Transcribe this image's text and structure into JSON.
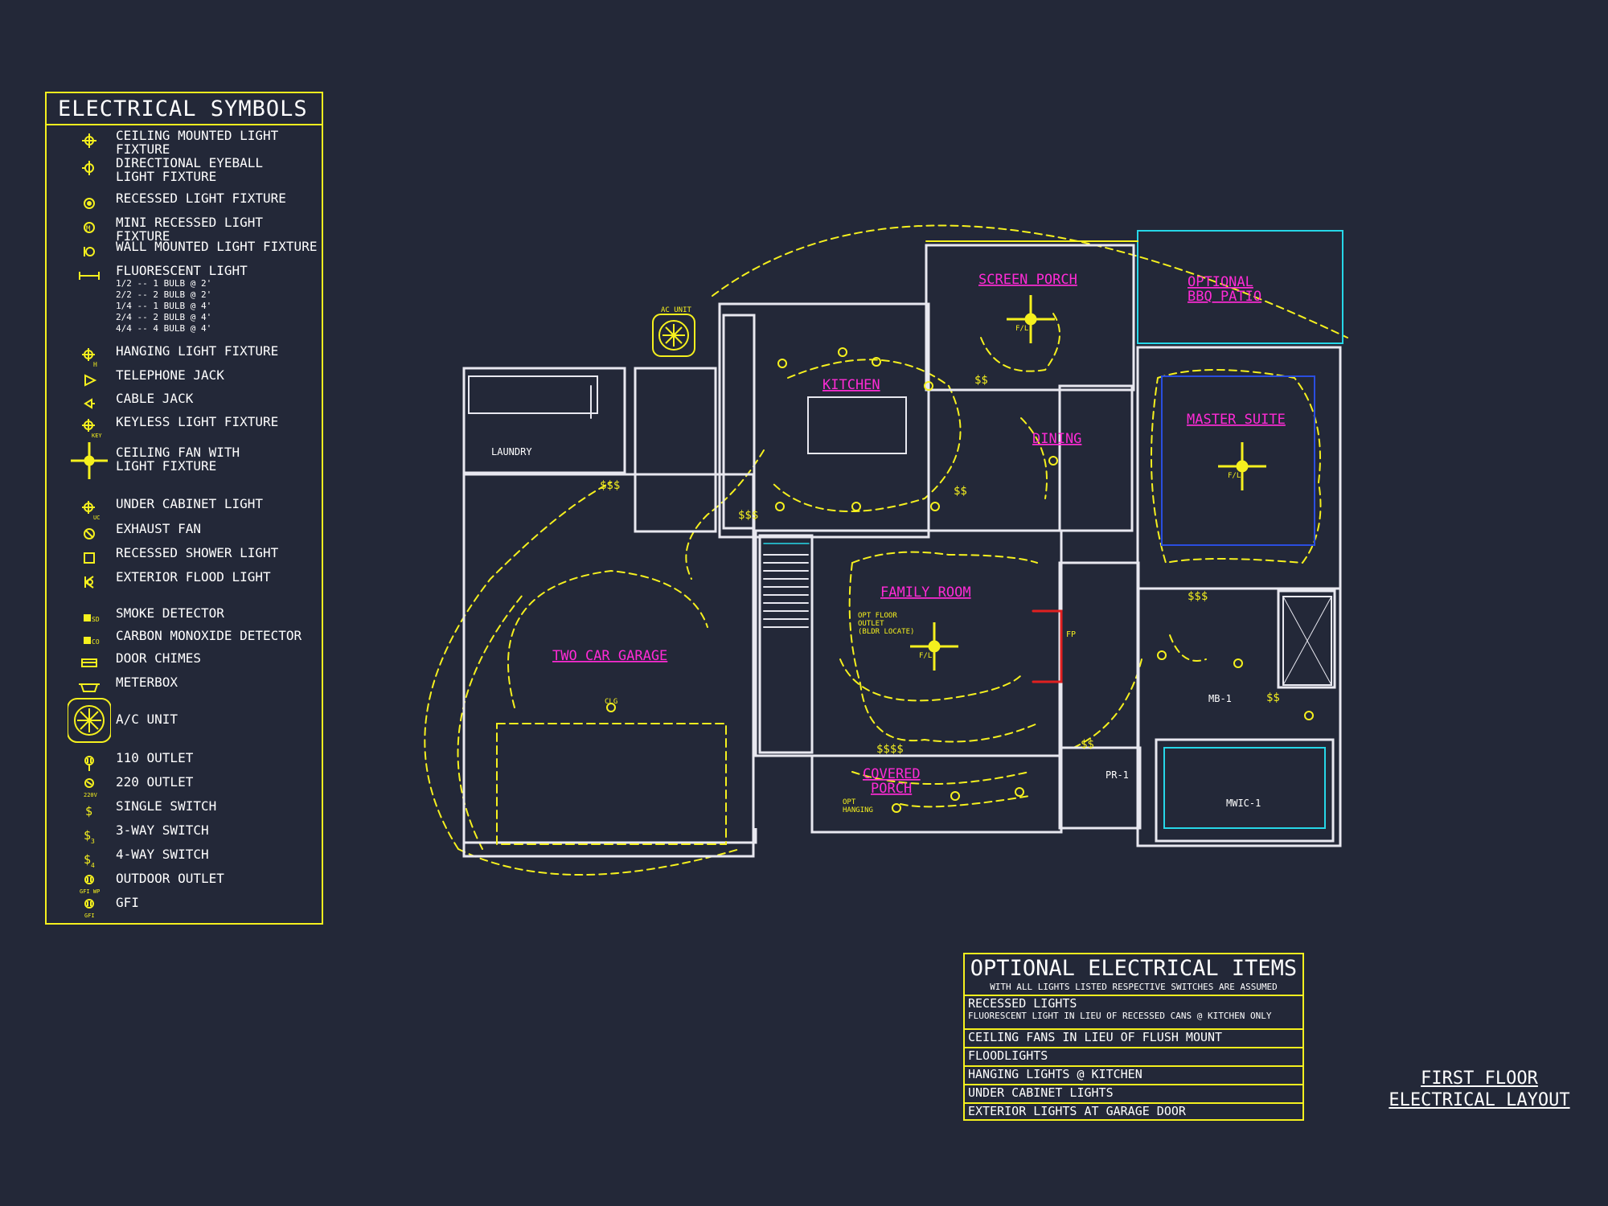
{
  "legend": {
    "title": "ELECTRICAL SYMBOLS",
    "items": [
      {
        "label": "CEILING MOUNTED LIGHT FIXTURE",
        "icon": "ceiling-light-icon"
      },
      {
        "label": "DIRECTIONAL EYEBALL\nLIGHT FIXTURE",
        "icon": "eyeball-light-icon"
      },
      {
        "label": "RECESSED LIGHT FIXTURE",
        "icon": "recessed-light-icon"
      },
      {
        "label": "MINI RECESSED LIGHT FIXTURE",
        "icon": "mini-recessed-light-icon"
      },
      {
        "label": "WALL MOUNTED LIGHT FIXTURE",
        "icon": "wall-light-icon"
      },
      {
        "label": "FLUORESCENT LIGHT",
        "icon": "fluorescent-light-icon",
        "sub": "1/2 -- 1 BULB @ 2'\n2/2 -- 2 BULB @ 2'\n1/4 -- 1 BULB @ 4'\n2/4 -- 2 BULB @ 4'\n4/4 -- 4 BULB @ 4'"
      },
      {
        "label": "HANGING LIGHT FIXTURE",
        "icon": "hanging-light-icon"
      },
      {
        "label": "TELEPHONE JACK",
        "icon": "telephone-jack-icon"
      },
      {
        "label": "CABLE JACK",
        "icon": "cable-jack-icon"
      },
      {
        "label": "KEYLESS LIGHT FIXTURE",
        "icon": "keyless-light-icon"
      },
      {
        "label": "CEILING FAN WITH\nLIGHT FIXTURE",
        "icon": "ceiling-fan-icon"
      },
      {
        "label": "UNDER CABINET LIGHT",
        "icon": "under-cabinet-light-icon"
      },
      {
        "label": "EXHAUST FAN",
        "icon": "exhaust-fan-icon"
      },
      {
        "label": "RECESSED SHOWER LIGHT",
        "icon": "shower-light-icon"
      },
      {
        "label": "EXTERIOR FLOOD LIGHT",
        "icon": "flood-light-icon"
      },
      {
        "label": "SMOKE DETECTOR",
        "icon": "smoke-detector-icon"
      },
      {
        "label": "CARBON MONOXIDE DETECTOR",
        "icon": "co-detector-icon"
      },
      {
        "label": "DOOR CHIMES",
        "icon": "door-chimes-icon"
      },
      {
        "label": "METERBOX",
        "icon": "meterbox-icon"
      },
      {
        "label": "A/C UNIT",
        "icon": "ac-unit-icon"
      },
      {
        "label": "110 OUTLET",
        "icon": "outlet-110-icon"
      },
      {
        "label": "220 OUTLET",
        "icon": "outlet-220-icon"
      },
      {
        "label": "SINGLE SWITCH",
        "icon": "single-switch-icon"
      },
      {
        "label": "3-WAY SWITCH",
        "icon": "three-way-switch-icon"
      },
      {
        "label": "4-WAY SWITCH",
        "icon": "four-way-switch-icon"
      },
      {
        "label": "OUTDOOR OUTLET",
        "icon": "outdoor-outlet-icon"
      },
      {
        "label": "GFI",
        "icon": "gfi-icon"
      }
    ]
  },
  "rooms": {
    "screen_porch": "SCREEN PORCH",
    "bbq_line1": "OPTIONAL",
    "bbq_line2": "BBQ PATIO",
    "kitchen": "KITCHEN",
    "master_suite": "MASTER SUITE",
    "dining": "DINING",
    "family_room": "FAMILY ROOM",
    "garage": "TWO CAR GARAGE",
    "porch_line1": "COVERED",
    "porch_line2": "PORCH"
  },
  "plan_labels": {
    "laundry": "LAUNDRY",
    "mb1": "MB-1",
    "pr1": "PR-1",
    "mwic1": "MWIC-1",
    "ac_unit": "AC UNIT",
    "clg": "CLG",
    "opt_floor_outlet": "OPT FLOOR\nOUTLET\n(BLDR LOCATE)",
    "fp": "FP",
    "opt_hanging": "OPT\nHANGING",
    "fan_label": "F/L"
  },
  "optional_items": {
    "title": "OPTIONAL ELECTRICAL ITEMS",
    "subtitle": "WITH ALL LIGHTS LISTED RESPECTIVE SWITCHES ARE ASSUMED",
    "rows": [
      {
        "main": "RECESSED LIGHTS",
        "sub": "FLUORESCENT LIGHT IN LIEU OF RECESSED CANS @ KITCHEN ONLY"
      },
      {
        "main": "CEILING FANS IN LIEU OF FLUSH MOUNT"
      },
      {
        "main": "FLOODLIGHTS"
      },
      {
        "main": "HANGING LIGHTS @ KITCHEN"
      },
      {
        "main": "UNDER CABINET LIGHTS"
      },
      {
        "main": "EXTERIOR LIGHTS AT GARAGE DOOR"
      }
    ]
  },
  "sheet_title": {
    "line1": "FIRST FLOOR",
    "line2": "ELECTRICAL LAYOUT"
  },
  "colors": {
    "background": "#232838",
    "wire": "#f5f01e",
    "wall": "#e8e8f0",
    "room_label": "#ff2bd6",
    "fixture_cyan": "#26d7e8"
  }
}
